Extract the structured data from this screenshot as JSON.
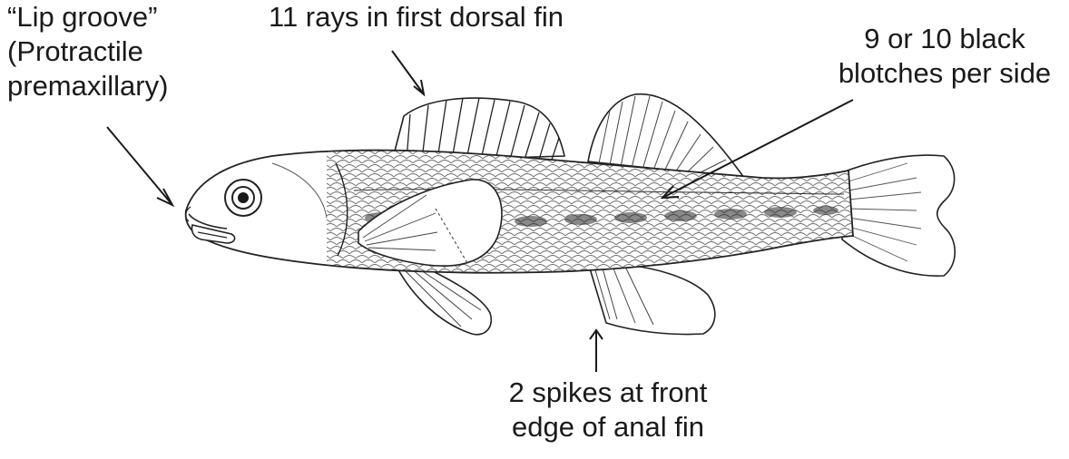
{
  "labels": {
    "lip_groove": {
      "line1": "“Lip groove”",
      "line2": "(Protractile",
      "line3": "premaxillary)"
    },
    "dorsal_rays": {
      "line1": "11 rays in first dorsal fin"
    },
    "blotches": {
      "line1": "9 or 10 black",
      "line2": "blotches per side"
    },
    "anal_spikes": {
      "line1": "2 spikes at front",
      "line2": "edge of anal fin"
    }
  },
  "colors": {
    "ink": "#1a1a1a",
    "background": "#ffffff"
  }
}
